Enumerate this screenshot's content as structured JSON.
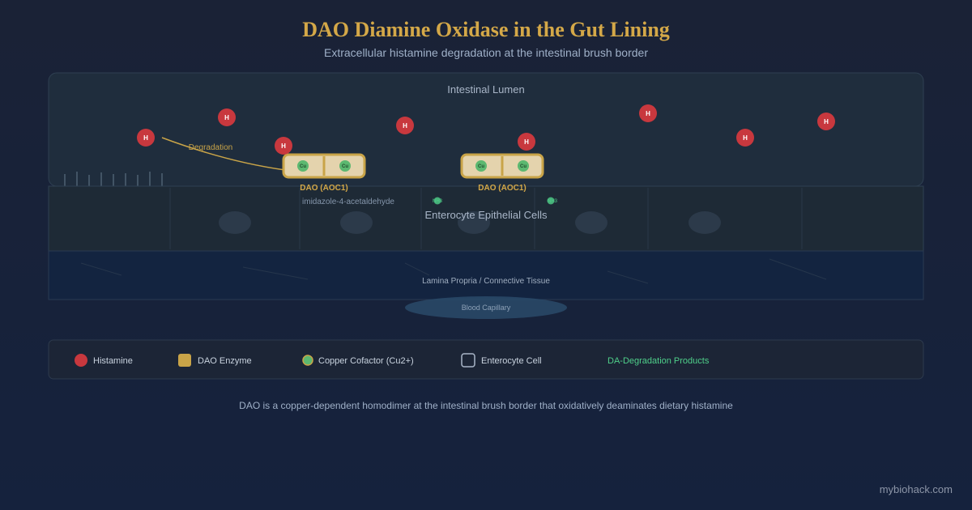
{
  "header": {
    "title": "DAO Diamine Oxidase in the Gut Lining",
    "subtitle": "Extracellular histamine degradation at the intestinal brush border"
  },
  "zones": {
    "lumen": "Intestinal Lumen",
    "epithelium": "Enterocyte Epithelial Cells",
    "lamina": "Lamina Propria / Connective Tissue",
    "capillary": "Blood Capillary"
  },
  "labels": {
    "degradation": "Degradation",
    "product": "imidazole-4-acetaldehyde",
    "dao_left": "DAO (AOC1)",
    "dao_right": "DAO (AOC1)",
    "histamine_symbol": "H",
    "copper_symbol": "Cu",
    "nh3": "NH3"
  },
  "legend": {
    "histamine": "Histamine",
    "dao": "DAO Enzyme",
    "copper": "Copper Cofactor (Cu2+)",
    "enterocyte": "Enterocyte Cell",
    "products": "DA-Degradation Products"
  },
  "footnote": "DAO is a copper-dependent homodimer at the intestinal brush border that oxidatively deaminates dietary histamine",
  "brand": "mybiohack.com",
  "colors": {
    "histamine": "#c8383e",
    "dao": "#c9a448",
    "copper": "#5cb870",
    "accent": "#d4a848",
    "products": "#4fd08a"
  }
}
